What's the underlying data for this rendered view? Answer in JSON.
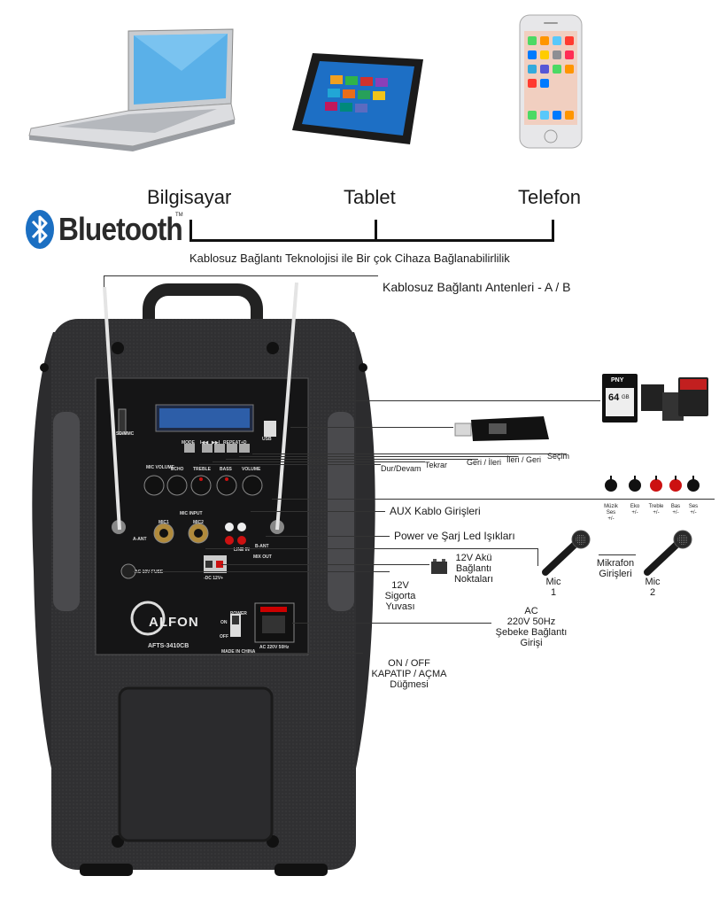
{
  "devices": {
    "computer": "Bilgisayar",
    "tablet": "Tablet",
    "phone": "Telefon"
  },
  "bluetooth": {
    "logo_text": "Bluetooth",
    "tm": "TM",
    "tagline": "Kablosuz Bağlantı Teknolojisi ile Bir çok Cihaza Bağlanabilirlilik",
    "brand_color": "#1b6fc2"
  },
  "callouts": {
    "antennas": "Kablosuz Bağlantı Antenleri - A / B",
    "select": "Seçim",
    "next_prev": "İleri / Geri",
    "fwd_back": "Geri / İleri",
    "repeat": "Tekrar",
    "play_pause": "Dur/Devam",
    "aux": "AUX Kablo Girişleri",
    "power_led": "Power ve Şarj Led Işıkları",
    "battery": [
      "12V Akü",
      "Bağlantı",
      "Noktaları"
    ],
    "fuse": [
      "12V",
      "Sigorta",
      "Yuvası"
    ],
    "ac": [
      "AC",
      "220V 50Hz",
      "Şebeke Bağlantı",
      "Girişi"
    ],
    "switch": [
      "ON / OFF",
      "KAPATIP / AÇMA",
      "Düğmesi"
    ],
    "mic_inputs": [
      "Mikrafon",
      "Girişleri"
    ],
    "mic1": [
      "Mic",
      "1"
    ],
    "mic2": [
      "Mic",
      "2"
    ]
  },
  "knob_legend": [
    {
      "label": [
        "Müzik",
        "Ses",
        "+/-"
      ],
      "color": "#111111"
    },
    {
      "label": [
        "Eko",
        "+/-"
      ],
      "color": "#111111"
    },
    {
      "label": [
        "Treble",
        "+/-"
      ],
      "color": "#cc1111"
    },
    {
      "label": [
        "Bas",
        "+/-"
      ],
      "color": "#cc1111"
    },
    {
      "label": [
        "Ses",
        "+/-"
      ],
      "color": "#111111"
    }
  ],
  "panel": {
    "sd": "SD/MMC",
    "usb": "USB",
    "mode": "MODE",
    "prev": "I◀◀",
    "next": "▶▶I",
    "repeat": "REPEAT",
    "vol": "+D",
    "echo": "ECHO",
    "treble": "TREBLE",
    "bass": "BASS",
    "volume": "VOLUME",
    "mic_volume": "MIC VOLUME",
    "mic_input": "MIC INPUT",
    "mic1": "MIC1",
    "mic2": "MIC2",
    "a_ant": "A-ANT",
    "b_ant": "B-ANT",
    "line_in": "LINE IN",
    "mix_out": "MIX OUT",
    "fuse": "AC 10V FUSE",
    "dc": "-DC 12V+",
    "power": "POWER",
    "on": "ON",
    "off": "OFF",
    "ac_label": "AC 220V 50Hz",
    "made_in": "MADE IN CHINA",
    "brand": "ALFON",
    "model": "AFTS-3410CB"
  },
  "sd_card": {
    "brand": "PNY",
    "capacity": "64",
    "unit": "GB"
  }
}
